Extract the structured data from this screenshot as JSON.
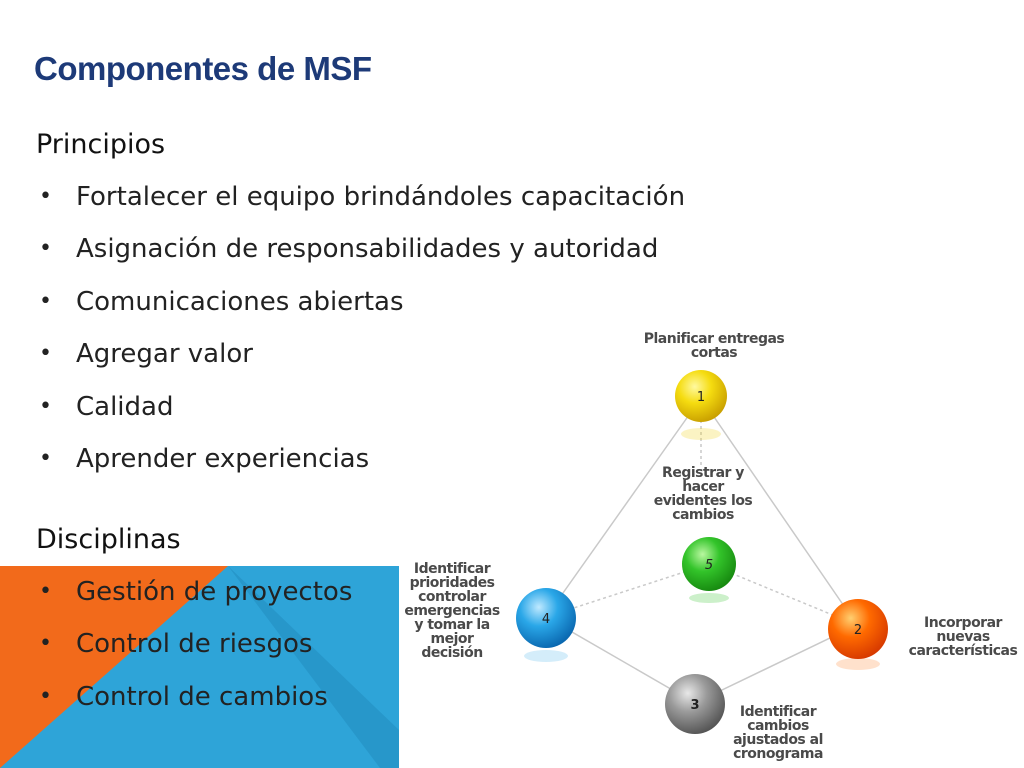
{
  "title": "Componentes de MSF",
  "principles": {
    "heading": "Principios",
    "items": [
      "Fortalecer el equipo brindándoles capacitación",
      "Asignación de responsabilidades y autoridad",
      "Comunicaciones abiertas",
      "Agregar valor",
      "Calidad",
      "Aprender experiencias"
    ]
  },
  "disciplines": {
    "heading": "Disciplinas",
    "items": [
      "Gestión de proyectos",
      "Control de riesgos",
      "Control de cambios"
    ]
  },
  "bullet_glyph": "•",
  "diagram": {
    "nodes": [
      {
        "number": "1",
        "color": "#f0d010",
        "label": "Planificar entregas cortas"
      },
      {
        "number": "2",
        "color": "#ff6a00",
        "label": "Incorporar nuevas características"
      },
      {
        "number": "3",
        "color": "#8c8c8c",
        "label": "Identificar cambios ajustados al cronograma"
      },
      {
        "number": "4",
        "color": "#2aa7e8",
        "label": "Identificar prioridades controlar emergencias y tomar la mejor decisión"
      },
      {
        "number": "5",
        "color": "#33c42a",
        "label": "Registrar y hacer evidentes los cambios"
      }
    ]
  },
  "colors": {
    "title": "#1d3a78",
    "accent_orange": "#f26a1b",
    "accent_blue": "#2ea4d8"
  }
}
